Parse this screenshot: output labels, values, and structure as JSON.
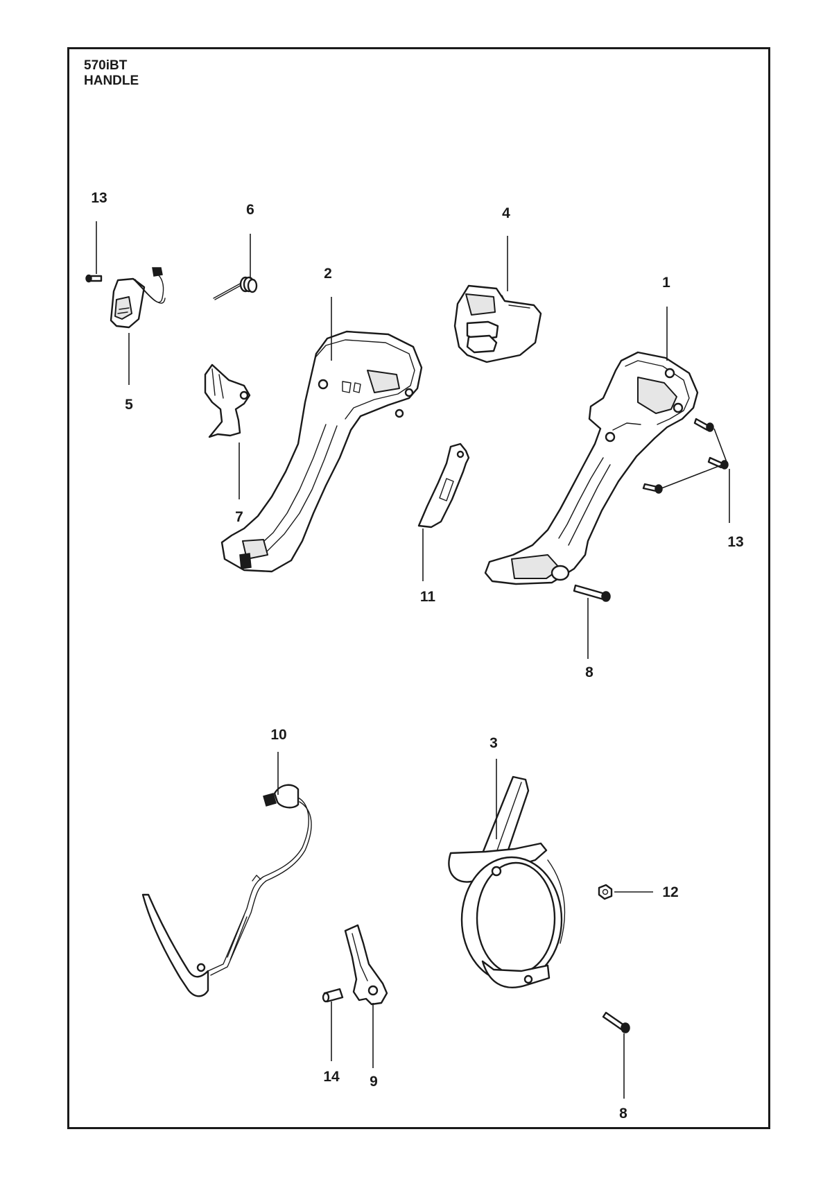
{
  "header": {
    "model": "570iBT",
    "section": "HANDLE"
  },
  "callouts": {
    "c1": "1",
    "c2": "2",
    "c3": "3",
    "c4": "4",
    "c5": "5",
    "c6": "6",
    "c7": "7",
    "c8a": "8",
    "c8b": "8",
    "c9": "9",
    "c10": "10",
    "c11": "11",
    "c12": "12",
    "c13a": "13",
    "c13b": "13",
    "c14": "14"
  }
}
